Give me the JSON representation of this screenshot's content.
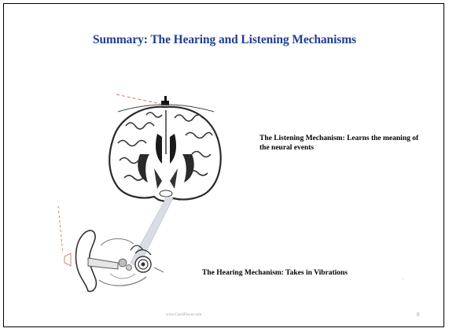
{
  "slide": {
    "title": "Summary: The Hearing and Listening Mechanisms",
    "listening_caption": "The Listening Mechanism: Learns the meaning of the neural events",
    "hearing_caption": "The Hearing Mechanism: Takes in Vibrations",
    "footer_url": "www.CarolFlexer.com",
    "page_number": "8"
  },
  "colors": {
    "title": "#1f3f8f",
    "caption": "#000000",
    "footer": "#a0a0a0",
    "dashed_line": "#d27a62",
    "brain_outline": "#2a2a2a"
  },
  "icons": {
    "brain_illustration": "brain-coronal-section",
    "ear_illustration": "ear-anatomy",
    "connection": "nerve-pathway"
  }
}
